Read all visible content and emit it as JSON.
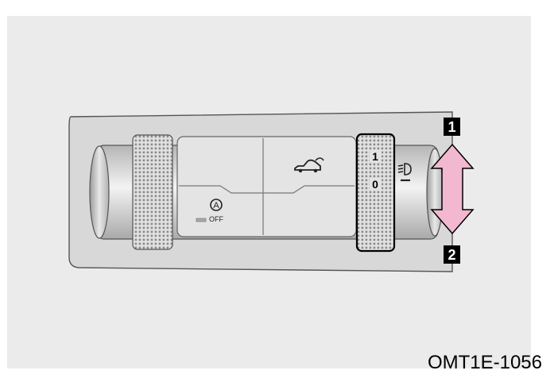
{
  "figure_code": "OMT1E-1056",
  "callouts": {
    "up": "1",
    "down": "2"
  },
  "leveling_wheel": {
    "position_high": "1",
    "position_low": "0"
  },
  "esc_button": {
    "off_label": "OFF",
    "symbol": "A"
  },
  "icons": {
    "trunk": "car-trunk-icon",
    "headlamp": "headlamp-leveling-icon",
    "esc": "esc-off-icon"
  },
  "colors": {
    "background": "#ebebeb",
    "panel": "#d6d6d6",
    "callout_bg": "#000000",
    "arrow_fill": "#f2b8cf",
    "arrow_stroke": "#000000"
  }
}
